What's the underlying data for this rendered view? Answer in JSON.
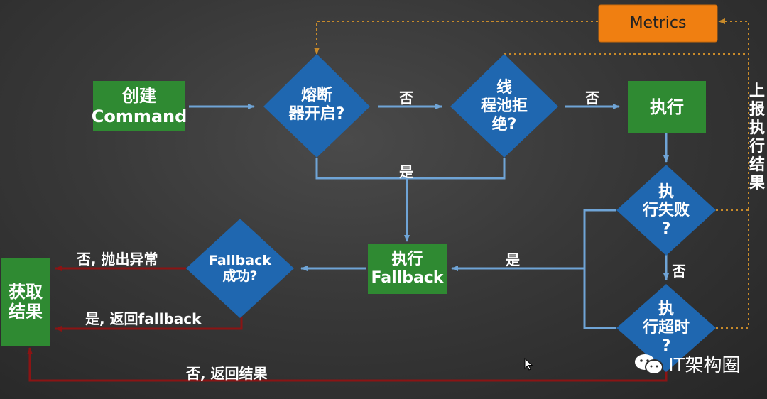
{
  "colors": {
    "green": "#2f8a32",
    "blue": "#1f67b0",
    "orange": "#f07f11",
    "arrow_blue": "#6fa4d6",
    "arrow_red": "#8b1414",
    "arrow_orange": "#c88a2a"
  },
  "nodes": {
    "create_command": [
      "创建",
      "Command"
    ],
    "circuit_open": [
      "熔断",
      "器开启?"
    ],
    "threadpool_reject": [
      "线",
      "程池拒",
      "绝?"
    ],
    "execute": [
      "执行"
    ],
    "exec_failed": [
      "执",
      "行失败",
      "?"
    ],
    "exec_timeout": [
      "执",
      "行超时",
      "?"
    ],
    "execute_fallback": [
      "执行",
      "Fallback"
    ],
    "fallback_success": [
      "Fallback",
      "成功?"
    ],
    "get_result": [
      "获取",
      "结果"
    ],
    "metrics": [
      "Metrics"
    ]
  },
  "edges": {
    "no_1": "否",
    "no_2": "否",
    "yes_1": "是",
    "yes_2": "是",
    "no_3": "否",
    "no_throw": "否, 抛出异常",
    "yes_return_fallback": "是, 返回fallback",
    "no_return_result": "否, 返回结果",
    "report_result": "上报执行结果"
  },
  "watermark": {
    "icon": "wechat-icon",
    "text": "IT架构圈"
  }
}
